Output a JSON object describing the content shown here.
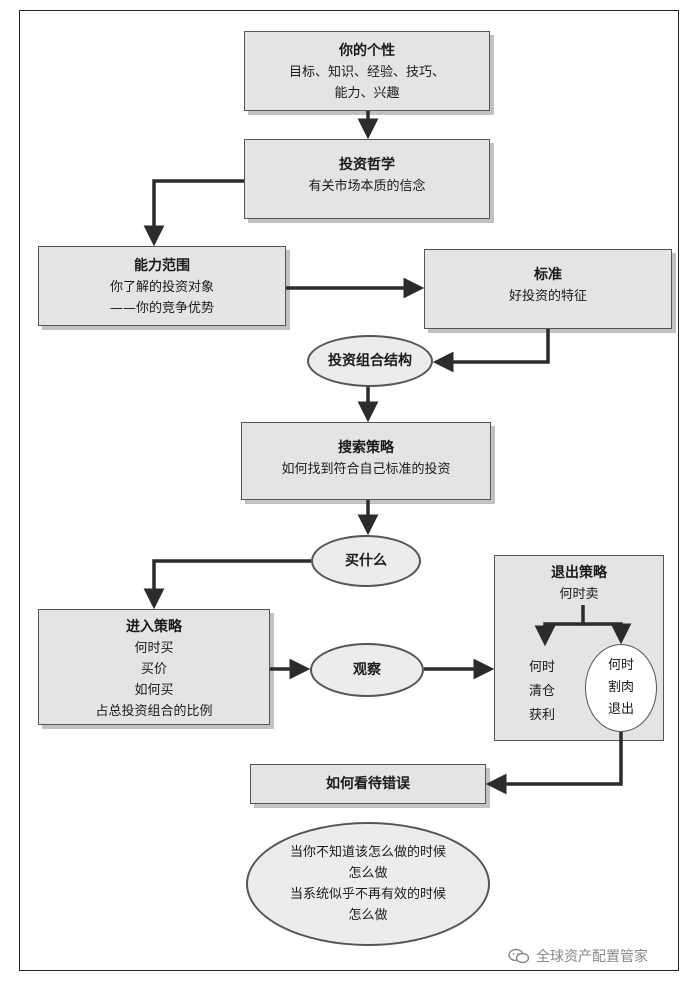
{
  "nodes": {
    "personality": {
      "title": "你的个性",
      "lines": [
        "目标、知识、经验、技巧、",
        "能力、兴趣"
      ]
    },
    "philosophy": {
      "title": "投资哲学",
      "lines": [
        "有关市场本质的信念"
      ]
    },
    "competence": {
      "title": "能力范围",
      "lines": [
        "你了解的投资对象",
        "——你的竞争优势"
      ]
    },
    "criteria": {
      "title": "标准",
      "lines": [
        "好投资的特征"
      ]
    },
    "portfolio": {
      "title": "投资组合结构"
    },
    "search": {
      "title": "搜索策略",
      "lines": [
        "如何找到符合自己标准的投资"
      ]
    },
    "buy": {
      "title": "买什么"
    },
    "entry": {
      "title": "进入策略",
      "lines": [
        "何时买",
        "买价",
        "如何买",
        "占总投资组合的比例"
      ]
    },
    "observe": {
      "title": "观察"
    },
    "exit": {
      "title": "退出策略",
      "lines": [
        "何时卖"
      ],
      "left_branch": [
        "何时",
        "清仓",
        "获利"
      ],
      "right_branch": [
        "何时",
        "割肉",
        "退出"
      ]
    },
    "mistakes": {
      "title": "如何看待错误"
    },
    "bottom": {
      "lines": [
        "当你不知道该怎么做的时候",
        "怎么做",
        "当系统似乎不再有效的时候",
        "怎么做"
      ]
    }
  },
  "watermark": {
    "text": "全球资产配置管家",
    "icon": "wechat-icon"
  },
  "colors": {
    "box_fill": "#e4e4e4",
    "arrow": "#2b2b2b",
    "border": "#555555"
  }
}
